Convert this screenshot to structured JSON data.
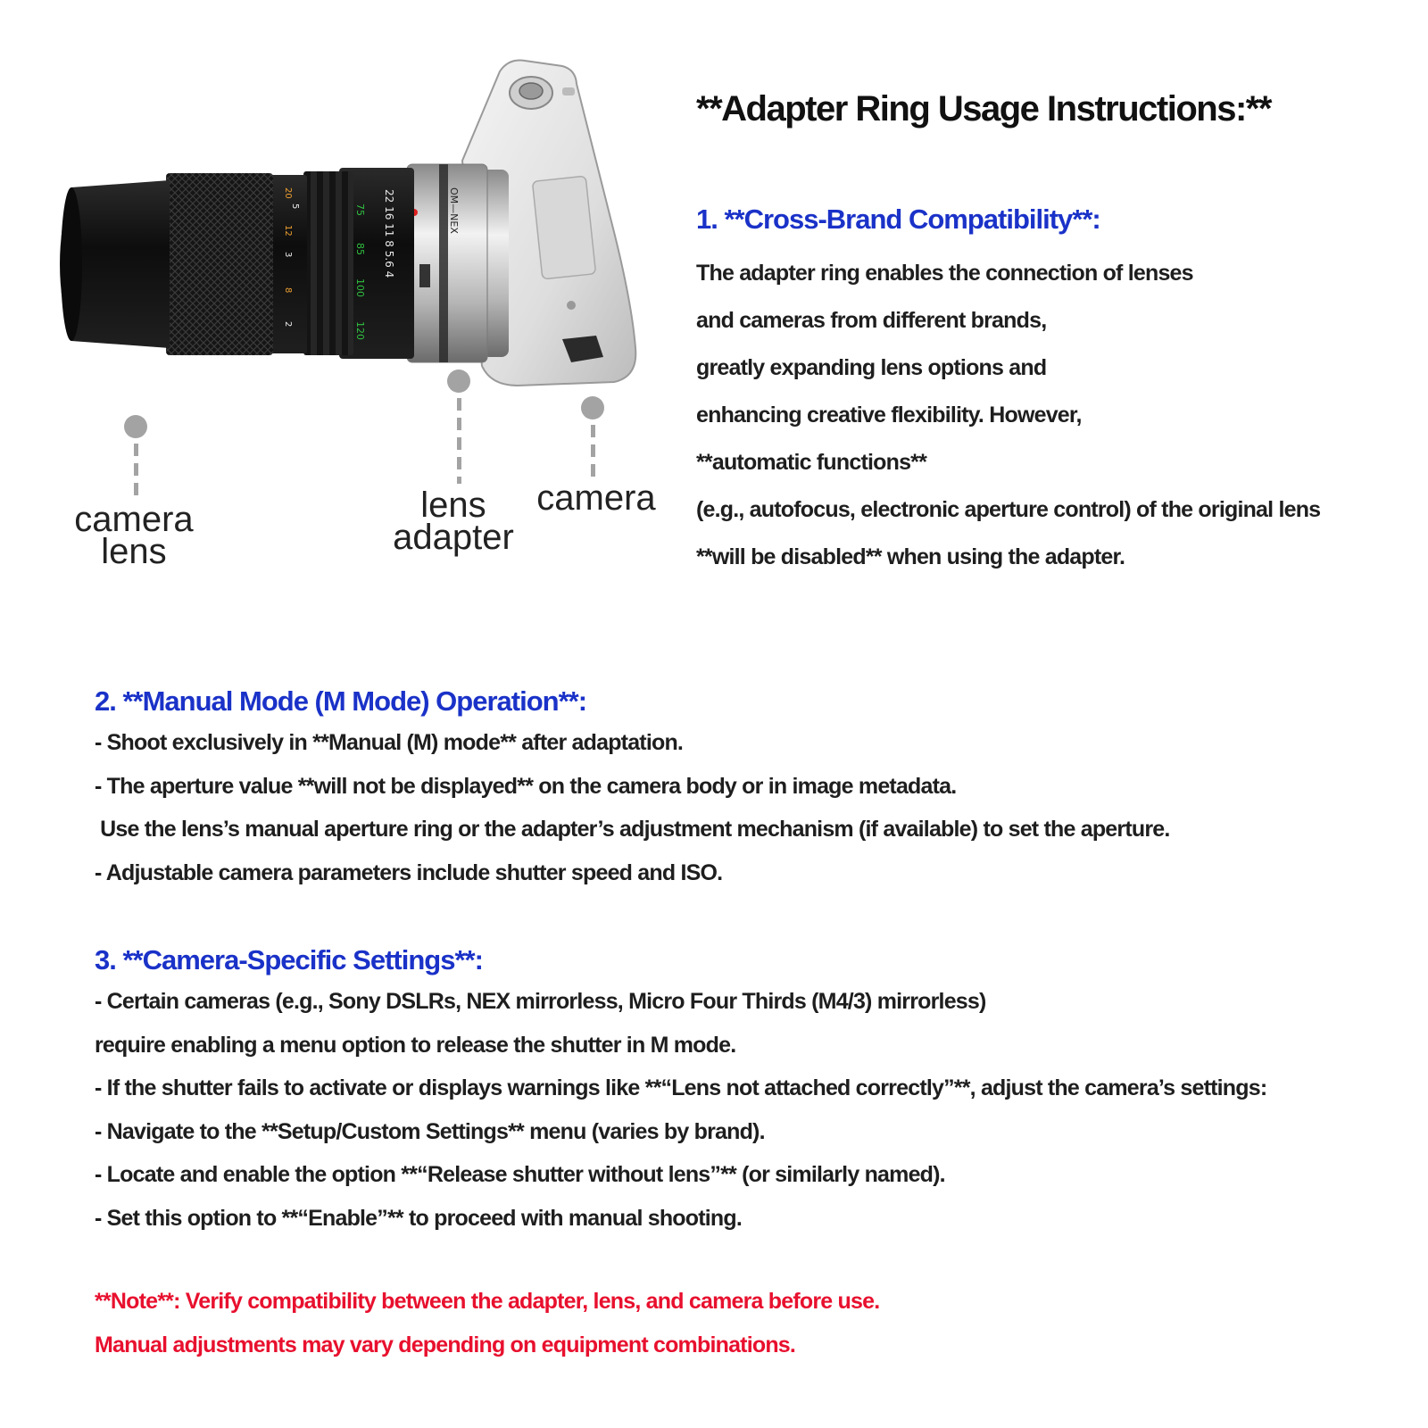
{
  "title": "**Adapter Ring Usage Instructions:**",
  "photo": {
    "labels": {
      "camera_lens": [
        "camera",
        "lens"
      ],
      "lens_adapter": [
        "lens",
        "adapter"
      ],
      "camera": "camera"
    },
    "engravings": {
      "adapter_mark": "OM—NEX",
      "aperture_scale": "22 16 11 8 5.6 4",
      "focal_marks": [
        "75",
        "85",
        "100",
        "120"
      ],
      "distance_marks": [
        "2",
        "8",
        "3",
        "12",
        "5",
        "20"
      ]
    }
  },
  "sections": [
    {
      "heading": "1. **Cross-Brand Compatibility**:",
      "lines": [
        "The adapter ring enables the connection of lenses",
        "and cameras from different brands,",
        "greatly expanding lens options and",
        "enhancing creative flexibility. However,",
        "**automatic functions**",
        "(e.g., autofocus, electronic aperture control) of the original lens",
        "**will be disabled** when using the adapter."
      ]
    },
    {
      "heading": "2. **Manual Mode (M Mode) Operation**:",
      "lines": [
        "- Shoot exclusively in **Manual (M) mode** after adaptation.",
        "- The aperture value **will not be displayed** on the camera body or in image metadata.",
        " Use the lens’s manual aperture ring or the adapter’s adjustment mechanism (if available) to set the aperture.",
        "- Adjustable camera parameters include shutter speed and ISO."
      ]
    },
    {
      "heading": "3. **Camera-Specific Settings**:",
      "lines": [
        "- Certain cameras (e.g., Sony DSLRs, NEX mirrorless, Micro Four Thirds (M4/3) mirrorless)",
        "require enabling a menu option to release the shutter in M mode.",
        "- If the shutter fails to activate or displays warnings like **“Lens not attached correctly”**, adjust the camera’s settings:",
        "- Navigate to the **Setup/Custom Settings** menu (varies by brand).",
        "- Locate and enable the option **“Release shutter without lens”** (or similarly named).",
        "- Set this option to **“Enable”** to proceed with manual shooting."
      ]
    }
  ],
  "note": {
    "lines": [
      "**Note**: Verify compatibility between the adapter, lens, and camera before use.",
      "Manual adjustments may vary depending on equipment combinations."
    ]
  },
  "colors": {
    "heading": "#1a32c8",
    "note": "#e8102e",
    "text": "#1e1e1e",
    "callout": "#a3a3a3"
  }
}
